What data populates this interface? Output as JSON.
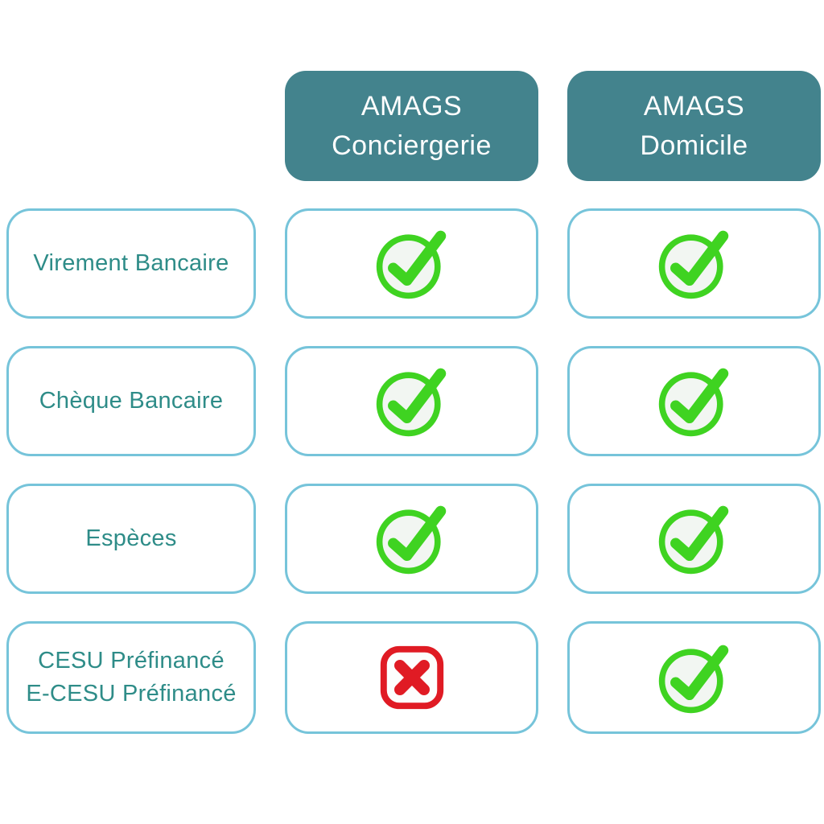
{
  "table": {
    "columns": [
      {
        "line1": "AMAGS",
        "line2": "Conciergerie"
      },
      {
        "line1": "AMAGS",
        "line2": "Domicile"
      }
    ],
    "rows": [
      {
        "lines": [
          "Virement Bancaire"
        ],
        "values": [
          "check",
          "check"
        ]
      },
      {
        "lines": [
          "Chèque Bancaire"
        ],
        "values": [
          "check",
          "check"
        ]
      },
      {
        "lines": [
          "Espèces"
        ],
        "values": [
          "check",
          "check"
        ]
      },
      {
        "lines": [
          "CESU Préfinancé",
          "E-CESU Préfinancé"
        ],
        "values": [
          "cross",
          "check"
        ]
      }
    ]
  },
  "colors": {
    "header_bg": "#43838D",
    "header_text": "#FFFFFF",
    "cell_border": "#76C4DA",
    "label_text": "#2E8C88",
    "check_green": "#3FD321",
    "check_fill": "#F2F6F2",
    "cross_red": "#E01B24",
    "cross_fill": "#FDFDFD"
  },
  "chart_data": {
    "type": "table",
    "columns": [
      "",
      "AMAGS Conciergerie",
      "AMAGS Domicile"
    ],
    "rows": [
      [
        "Virement Bancaire",
        "yes",
        "yes"
      ],
      [
        "Chèque Bancaire",
        "yes",
        "yes"
      ],
      [
        "Espèces",
        "yes",
        "yes"
      ],
      [
        "CESU Préfinancé E-CESU Préfinancé",
        "no",
        "yes"
      ]
    ]
  }
}
